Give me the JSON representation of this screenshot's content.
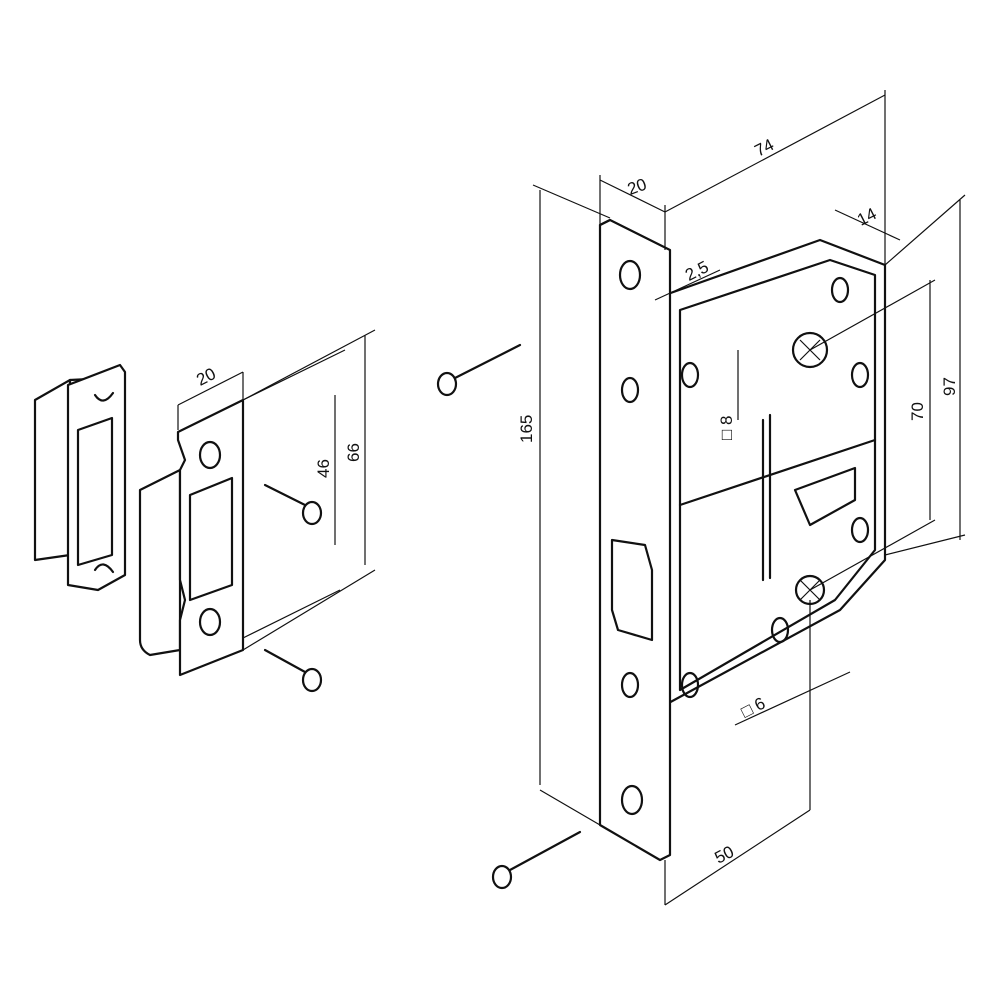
{
  "dimensions": {
    "lock_depth": "74",
    "faceplate_width": "20",
    "backset_offset": "14",
    "faceplate_thickness": "2,5",
    "faceplate_height": "165",
    "body_height": "97",
    "center_distance": "70",
    "spindle_square": "□ 8",
    "thumbturn_square": "□ 6",
    "backset": "50",
    "strike_width": "20",
    "strike_hole_spacing": "46",
    "strike_height": "66"
  },
  "colors": {
    "line": "#111111",
    "background": "#ffffff"
  }
}
